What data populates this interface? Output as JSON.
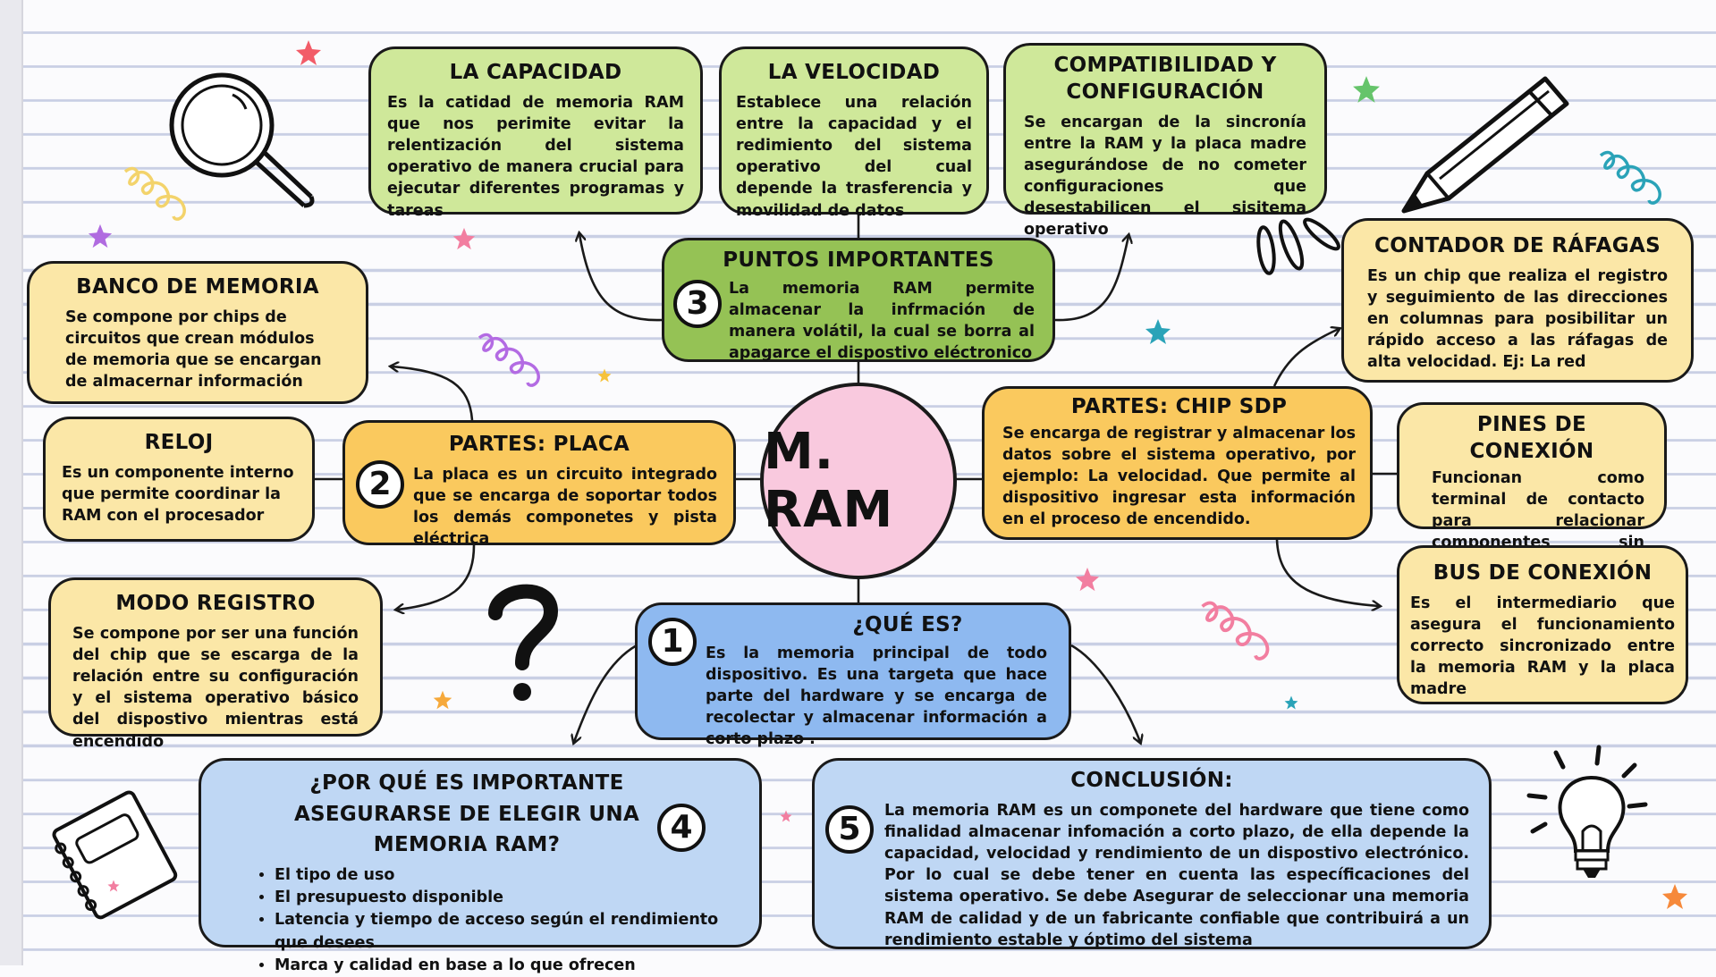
{
  "center": {
    "title": "M. RAM"
  },
  "boxes": {
    "capacidad": {
      "title": "LA CAPACIDAD",
      "text": "Es la catidad de memoria  RAM que nos perimite evitar la relentización del sistema operativo de manera crucial para ejecutar diferentes programas y tareas"
    },
    "velocidad": {
      "title": "LA VELOCIDAD",
      "text": "Establece una relación entre la capacidad y el redimiento del sistema operativo del cual depende la trasferencia y movilidad de datos"
    },
    "compatibilidad": {
      "title": "COMPATIBILIDAD Y CONFIGURACIÓN",
      "text": "Se encargan de la sincronía entre la RAM y la placa madre asegurándose de no cometer configuraciones que desestabilicen el sisitema operativo"
    },
    "puntos": {
      "number": "3",
      "title": "PUNTOS IMPORTANTES",
      "text": "La memoria RAM permite almacenar la infrmación de manera volátil, la cual se borra al apagarce el dispostivo eléctronico"
    },
    "contador": {
      "title": "CONTADOR DE RÁFAGAS",
      "text": "Es un chip que realiza el registro y seguimiento de las direcciones en columnas para posibilitar un rápido acceso a las ráfagas de alta velocidad.  Ej:  La red"
    },
    "banco": {
      "title": "BANCO DE MEMORIA",
      "text": "Se compone por chips de circuitos que crean módulos de memoria que se encargan de almacernar información"
    },
    "reloj": {
      "title": "RELOJ",
      "text": "Es un componente interno que permite coordinar la RAM con el procesador"
    },
    "placa": {
      "number": "2",
      "title": "PARTES: PLACA",
      "text": "La placa es un circuito  integrado que se encarga de soportar todos los demás componetes y pista eléctrica"
    },
    "chip": {
      "title": "PARTES: CHIP SDP",
      "text": "Se encarga de registrar y almacenar los datos sobre el sistema operativo, por ejemplo: La velocidad. Que permite al dispositivo ingresar esta información en el proceso de encendido."
    },
    "pines": {
      "title": "PINES DE CONEXIÓN",
      "text": "Funcionan como terminal de contacto para relacionar componentes sin necesidad de soldarlos"
    },
    "bus": {
      "title": "BUS DE CONEXIÓN",
      "text": "Es el intermediario que asegura el funcionamiento correcto sincronizado entre la memoria RAM y la placa madre"
    },
    "registro": {
      "title": "MODO REGISTRO",
      "text": "Se compone por ser una función del chip que se escarga de la  relación entre su configuración y  el sistema operativo básico del dispostivo mientras está encendido"
    },
    "quees": {
      "number": "1",
      "title": "¿QUÉ ES?",
      "text": "Es la memoria principal de todo dispositivo. Es una targeta que hace parte del hardware y se encarga de recolectar y almacenar información a corto plazo ."
    },
    "porque": {
      "number": "4",
      "title": "¿POR QUÉ ES IMPORTANTE ASEGURARSE DE ELEGIR UNA MEMORIA RAM?",
      "items": [
        "El tipo de uso",
        "El presupuesto disponible",
        "Latencia y tiempo de acceso según el rendimiento que desees",
        "Marca y calidad en base a lo que ofrecen"
      ]
    },
    "conclusion": {
      "number": "5",
      "title": "CONCLUSIÓN:",
      "text": "La memoria RAM es un componete del hardware que tiene como finalidad almacenar infomación a corto plazo, de ella depende la capacidad, velocidad y rendimiento de un dispostivo electrónico. Por lo cual se debe tener en cuenta las específicaciones del sistema operativo. Se debe Asegurar de seleccionar una memoria RAM de calidad y de un fabricante confiable que contribuirá a un rendimiento estable y óptimo del sistema"
    }
  },
  "decor_icons": [
    "magnifier-icon",
    "pencil-icon",
    "question-mark-icon",
    "notebook-icon",
    "lightbulb-icon",
    "star-icon",
    "squiggle-icon"
  ],
  "colors": {
    "yellow": "#fbe7a7",
    "orange": "#fac95e",
    "green": "#cfe89a",
    "dark_green": "#95c255",
    "blue": "#bfd7f4",
    "mid_blue": "#8eb9f0",
    "center_pink": "#f9c9de"
  }
}
